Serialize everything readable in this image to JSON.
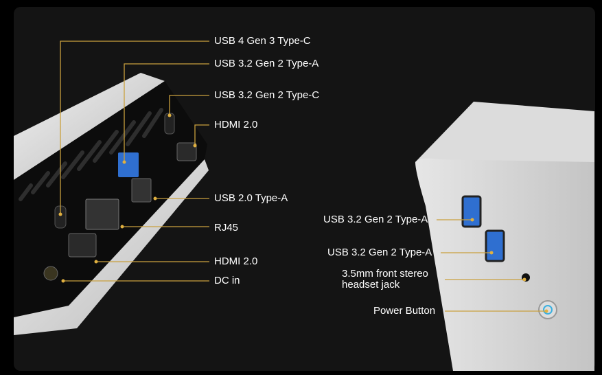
{
  "colors": {
    "leader": "#c9a03e",
    "background": "#141414",
    "label": "#ffffff"
  },
  "rear_labels": [
    "USB 4 Gen 3 Type-C",
    "USB 3.2 Gen 2 Type-A",
    "USB 3.2 Gen 2 Type-C",
    "HDMI 2.0",
    "USB 2.0 Type-A",
    "RJ45",
    "HDMI 2.0",
    "DC in"
  ],
  "front_labels": [
    "USB 3.2 Gen 2 Type-A",
    "USB 3.2 Gen 2 Type-A",
    "3.5mm front stereo",
    "headset jack",
    "Power Button"
  ]
}
